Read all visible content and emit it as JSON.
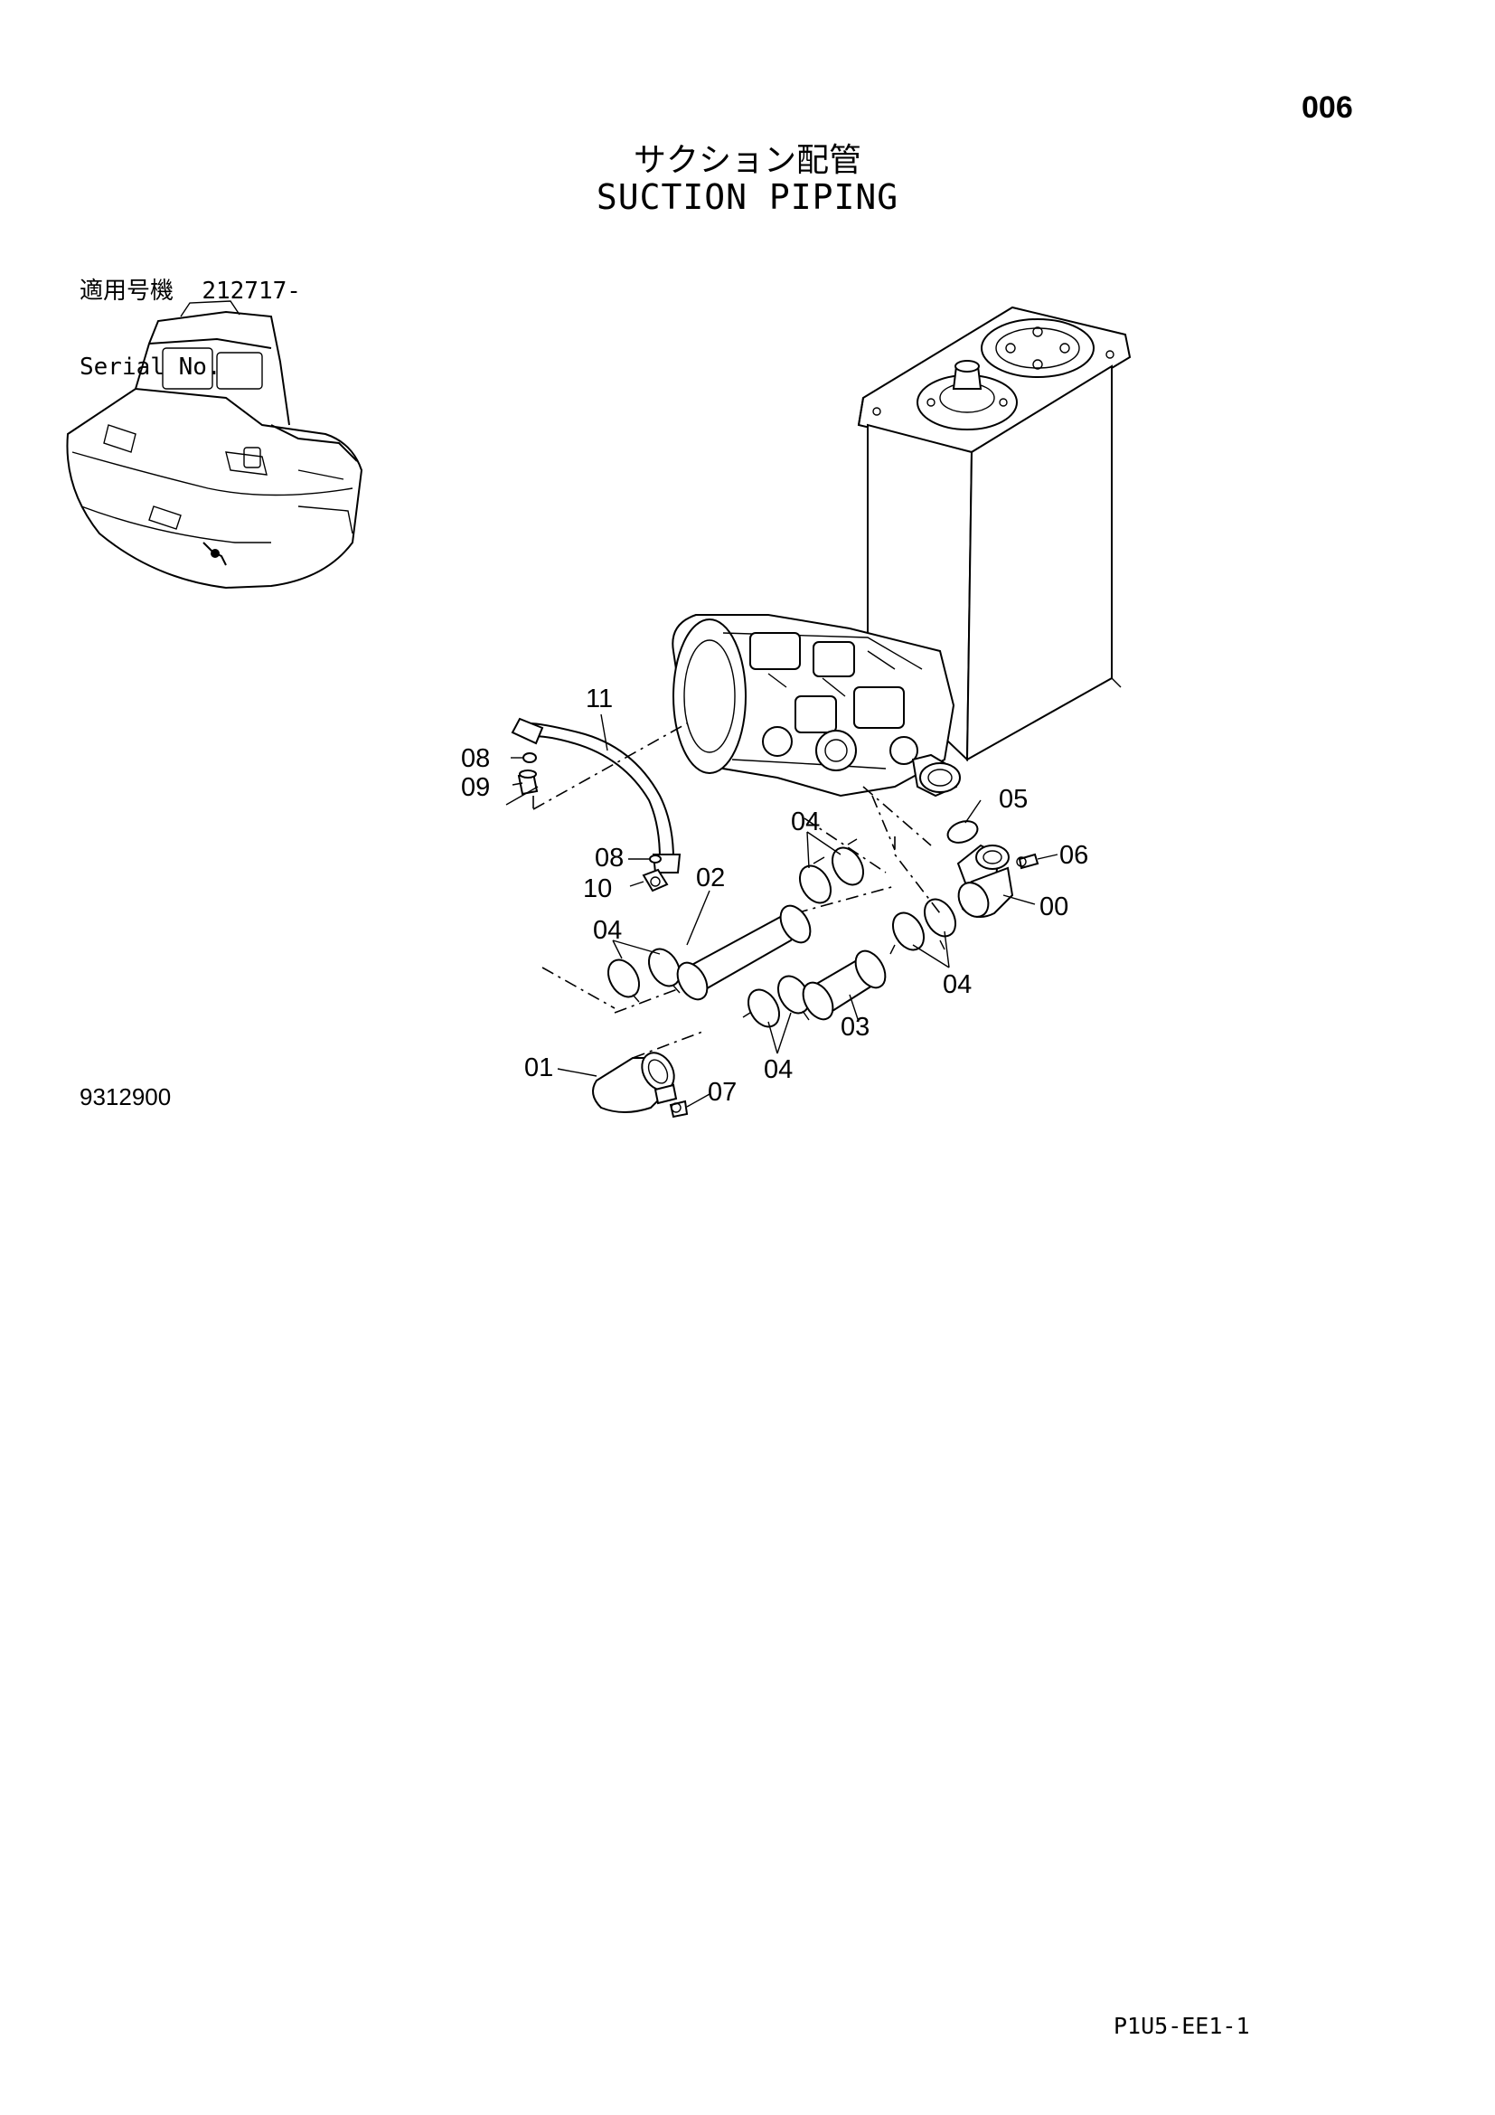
{
  "header": {
    "page_number": "006",
    "title_jp": "サクション配管",
    "title_en": "SUCTION PIPING"
  },
  "serial": {
    "label_jp": "適用号機",
    "number": "212717-",
    "label_en": "Serial No."
  },
  "figure_number": "9312900",
  "page_reference": "P1U5-EE1-1",
  "callouts": {
    "c11": "11",
    "c08a": "08",
    "c09": "09",
    "c08b": "08",
    "c10": "10",
    "c05": "05",
    "c06": "06",
    "c04top": "04",
    "c02": "02",
    "c00": "00",
    "c04left": "04",
    "c04right": "04",
    "c03": "03",
    "c01": "01",
    "c04bottom": "04",
    "c07": "07"
  }
}
